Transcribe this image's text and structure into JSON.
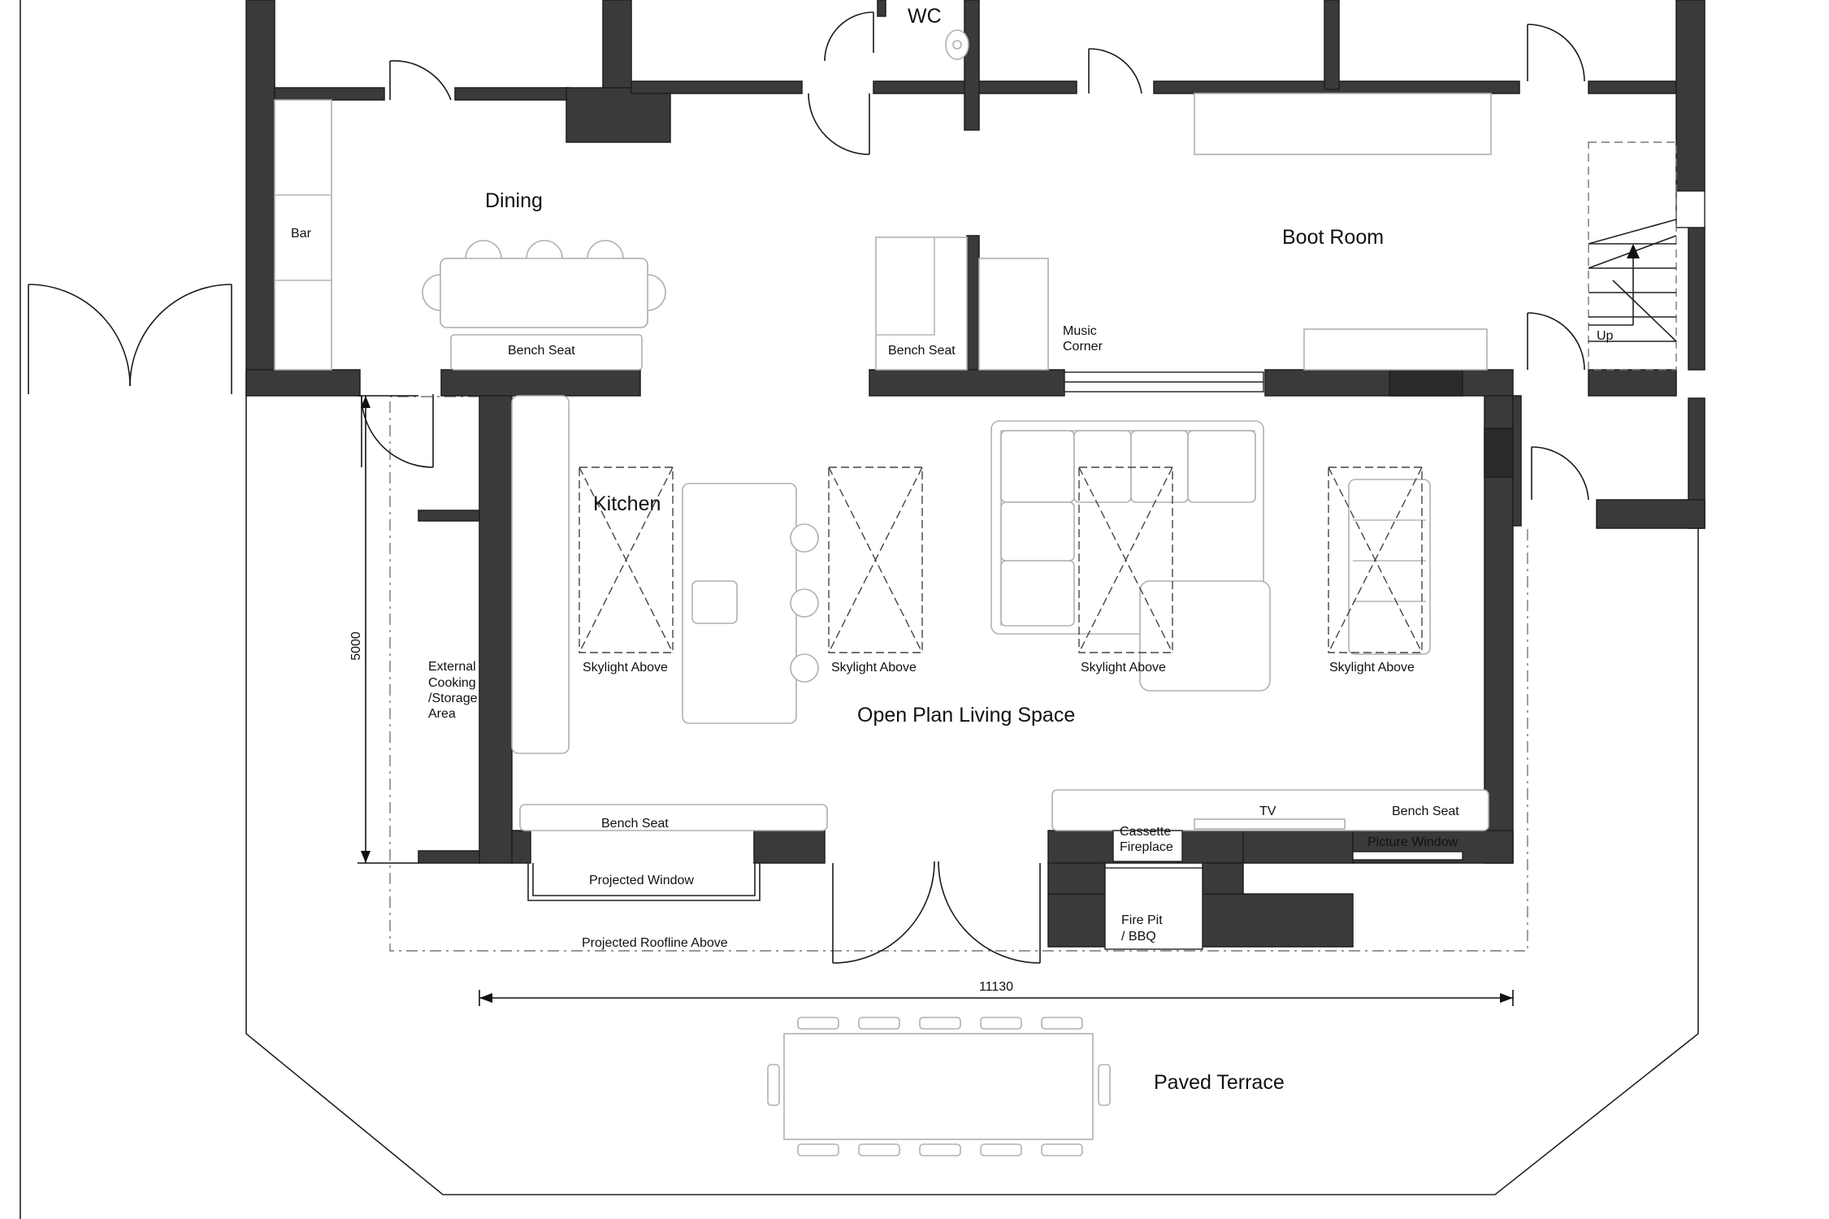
{
  "rooms": {
    "wc": "WC",
    "dining": "Dining",
    "boot_room": "Boot Room",
    "kitchen": "Kitchen",
    "open_plan": "Open Plan Living Space",
    "paved_terrace": "Paved Terrace"
  },
  "labels": {
    "bar": "Bar",
    "bench_seat_dining": "Bench Seat",
    "bench_seat_music": "Bench Seat",
    "music_line1": "Music",
    "music_line2": "Corner",
    "up": "Up",
    "skylight_1": "Skylight Above",
    "skylight_2": "Skylight Above",
    "skylight_3": "Skylight Above",
    "skylight_4": "Skylight Above",
    "external_1": "External",
    "external_2": "Cooking",
    "external_3": "/Storage",
    "external_4": "Area",
    "bench_seat_south": "Bench Seat",
    "projected_window": "Projected Window",
    "projected_roofline": "Projected Roofline Above",
    "tv": "TV",
    "bench_seat_east": "Bench Seat",
    "cassette_1": "Cassette",
    "cassette_2": "Fireplace",
    "picture_window": "Picture Window",
    "firepit_1": "Fire Pit",
    "firepit_2": "/ BBQ"
  },
  "dimensions": {
    "height_mm": "5000",
    "width_mm": "11130"
  }
}
